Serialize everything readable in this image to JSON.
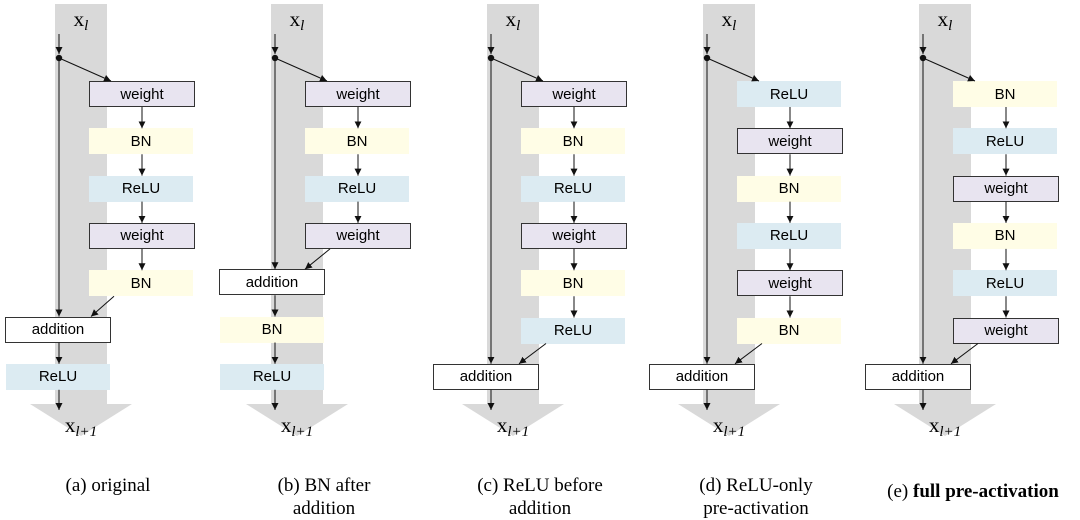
{
  "x_in": {
    "base": "x",
    "sub": "l"
  },
  "x_out": {
    "base": "x",
    "sub": "l+1"
  },
  "panels": [
    {
      "blocks": [
        "weight",
        "BN",
        "ReLU",
        "weight",
        "BN"
      ],
      "addition": "addition",
      "post": "ReLU",
      "caption": {
        "prefix": "(a) original",
        "emph": "",
        "line2": ""
      }
    },
    {
      "blocks": [
        "weight",
        "BN",
        "ReLU",
        "weight"
      ],
      "addition": "addition",
      "post": [
        "BN",
        "ReLU"
      ],
      "caption": {
        "prefix": "(b) BN after",
        "emph": "",
        "line2": "addition"
      }
    },
    {
      "blocks": [
        "weight",
        "BN",
        "ReLU",
        "weight",
        "BN",
        "ReLU"
      ],
      "addition": "addition",
      "post": "",
      "caption": {
        "prefix": "(c) ReLU before",
        "emph": "",
        "line2": "addition"
      }
    },
    {
      "blocks": [
        "ReLU",
        "weight",
        "BN",
        "ReLU",
        "weight",
        "BN"
      ],
      "addition": "addition",
      "post": "",
      "caption": {
        "prefix": "(d) ReLU-only",
        "emph": "",
        "line2": "pre-activation"
      }
    },
    {
      "blocks": [
        "BN",
        "ReLU",
        "weight",
        "BN",
        "ReLU",
        "weight"
      ],
      "addition": "addition",
      "post": "",
      "caption": {
        "prefix": "(e) ",
        "emph": "full pre-activation",
        "line2": ""
      }
    }
  ],
  "colors": {
    "weight": "#e8e4f0",
    "BN": "#fffde6",
    "ReLU": "#dcebf2",
    "pipe": "#d9d9d9"
  }
}
